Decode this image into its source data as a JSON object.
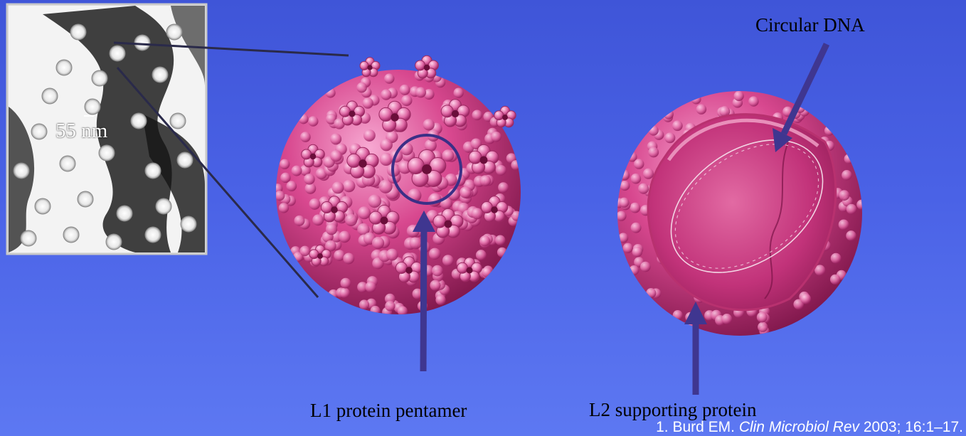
{
  "labels": {
    "scale": "55 nm",
    "circular_dna": "Circular DNA",
    "l1": "L1 protein pentamer",
    "l2": "L2 supporting protein"
  },
  "citation": {
    "prefix": "1. Burd EM. ",
    "journal": "Clin Microbiol Rev",
    "suffix": " 2003; 16:1–17."
  },
  "colors": {
    "background": "#4a62e6",
    "capsid": "#d23f86",
    "arrow": "#3f3690",
    "callout_line": "#2a2a4a"
  }
}
